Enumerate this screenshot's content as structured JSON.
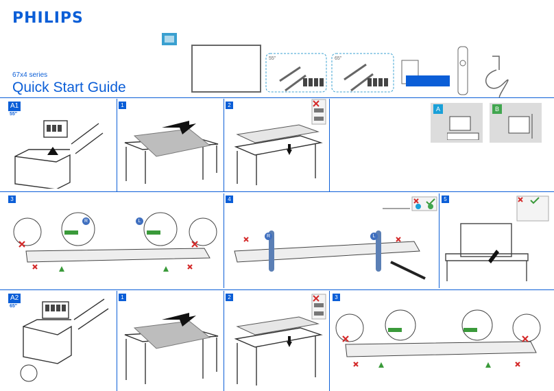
{
  "header": {
    "brand": "PHILIPS",
    "series": "67x4 series",
    "title": "Quick Start Guide"
  },
  "sizes": {
    "s55": "55\"",
    "s65": "65\""
  },
  "row1": {
    "tag": "A1",
    "sub": "55\"",
    "steps": [
      "1",
      "2"
    ],
    "variants": [
      "A",
      "B"
    ]
  },
  "row2": {
    "steps": [
      "3",
      "4",
      "5"
    ],
    "sides": {
      "right": "R",
      "left": "L"
    }
  },
  "row3": {
    "tag": "A2",
    "sub": "65\"",
    "steps": [
      "1",
      "2",
      "3"
    ]
  },
  "colors": {
    "accent": "#0b5ed7",
    "tv_stand": "#3f6fbf",
    "ok": "#3a9a3a",
    "no": "#d42a2a"
  }
}
